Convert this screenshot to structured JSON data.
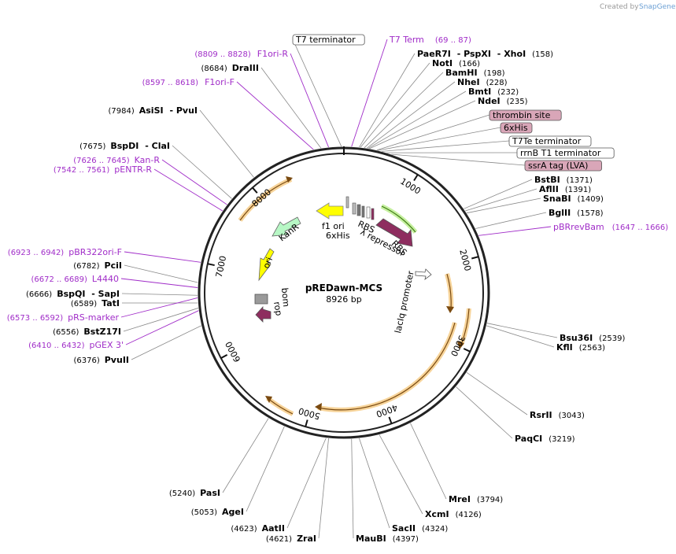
{
  "credit": {
    "created_by": "Created by",
    "brand": "SnapGene"
  },
  "map": {
    "name": "pREDawn-MCS",
    "length_label": "8926 bp"
  },
  "ticks": [
    {
      "label": "1000",
      "angle": 32
    },
    {
      "label": "2000",
      "angle": 75
    },
    {
      "label": "3000",
      "angle": 115
    },
    {
      "label": "4000",
      "angle": 160
    },
    {
      "label": "5000",
      "angle": 196
    },
    {
      "label": "6000",
      "angle": 242
    },
    {
      "label": "7000",
      "angle": 282
    },
    {
      "label": "8000",
      "angle": 319
    }
  ],
  "boxed_labels": [
    {
      "text": "T7 terminator",
      "style": "plain",
      "angle": 359
    },
    {
      "text": "thrombin site",
      "style": "pink",
      "angle": 13
    },
    {
      "text": "6xHis",
      "style": "pink",
      "angle": 13.5
    },
    {
      "text": "T7Te terminator",
      "style": "plain",
      "angle": 15
    },
    {
      "text": "rrnB T1 terminator",
      "style": "plain",
      "angle": 17
    },
    {
      "text": "ssrA tag (LVA)",
      "style": "pink",
      "angle": 19
    }
  ],
  "primers_top": [
    {
      "name": "T7 Term",
      "pos": "(69 .. 87)",
      "angle": 3
    },
    {
      "name": "F1ori-R",
      "pos": "(8809 .. 8828)",
      "angle": 354
    },
    {
      "name": "F1ori-F",
      "pos": "(8597 .. 8618)",
      "angle": 348
    }
  ],
  "primers_left": [
    {
      "name": "Kan-R",
      "pos": "(7626 .. 7645)",
      "angle": 307
    },
    {
      "name": "pENTR-R",
      "pos": "(7542 .. 7561)",
      "angle": 304
    },
    {
      "name": "pBR322ori-F",
      "pos": "(6923 .. 6942)",
      "angle": 282
    },
    {
      "name": "L4440",
      "pos": "(6672 .. 6689)",
      "angle": 272
    },
    {
      "name": "pRS-marker",
      "pos": "(6573 .. 6592)",
      "angle": 268
    },
    {
      "name": "pGEX 3'",
      "pos": "(6410 .. 6432)",
      "angle": 263
    }
  ],
  "primers_right": [
    {
      "name": "pBRrevBam",
      "pos": "(1647 .. 1666)",
      "angle": 67
    }
  ],
  "sites": [
    {
      "name": "PaeR7I",
      "extra": [
        "PspXI",
        "XhoI"
      ],
      "pos": "(158)",
      "angle": 6
    },
    {
      "name": "NotI",
      "extra": [],
      "pos": "(166)",
      "angle": 6.5
    },
    {
      "name": "BamHI",
      "extra": [],
      "pos": "(198)",
      "angle": 8
    },
    {
      "name": "NheI",
      "extra": [],
      "pos": "(228)",
      "angle": 9
    },
    {
      "name": "BmtI",
      "extra": [],
      "pos": "(232)",
      "angle": 9.5
    },
    {
      "name": "NdeI",
      "extra": [],
      "pos": "(235)",
      "angle": 10
    },
    {
      "name": "BstBI",
      "extra": [],
      "pos": "(1371)",
      "angle": 55
    },
    {
      "name": "AflII",
      "extra": [],
      "pos": "(1391)",
      "angle": 56
    },
    {
      "name": "SnaBI",
      "extra": [],
      "pos": "(1409)",
      "angle": 57
    },
    {
      "name": "BglII",
      "extra": [],
      "pos": "(1578)",
      "angle": 64
    },
    {
      "name": "Bsu36I",
      "extra": [],
      "pos": "(2539)",
      "angle": 102
    },
    {
      "name": "KflI",
      "extra": [],
      "pos": "(2563)",
      "angle": 103
    },
    {
      "name": "RsrII",
      "extra": [],
      "pos": "(3043)",
      "angle": 123
    },
    {
      "name": "PaqCI",
      "extra": [],
      "pos": "(3219)",
      "angle": 130
    },
    {
      "name": "MreI",
      "extra": [],
      "pos": "(3794)",
      "angle": 153
    },
    {
      "name": "XcmI",
      "extra": [],
      "pos": "(4126)",
      "angle": 166
    },
    {
      "name": "SacII",
      "extra": [],
      "pos": "(4324)",
      "angle": 174
    },
    {
      "name": "MauBI",
      "extra": [],
      "pos": "(4397)",
      "angle": 177
    },
    {
      "name": "ZraI",
      "extra": [],
      "pos": "(4621)",
      "angle": 186
    },
    {
      "name": "AatII",
      "extra": [],
      "pos": "(4623)",
      "angle": 187
    },
    {
      "name": "AgeI",
      "extra": [],
      "pos": "(5053)",
      "angle": 204
    },
    {
      "name": "PasI",
      "extra": [],
      "pos": "(5240)",
      "angle": 211
    },
    {
      "name": "PvuII",
      "extra": [],
      "pos": "(6376)",
      "angle": 257
    },
    {
      "name": "BstZ17I",
      "extra": [],
      "pos": "(6556)",
      "angle": 264
    },
    {
      "name": "TatI",
      "extra": [],
      "pos": "(6589)",
      "angle": 266
    },
    {
      "name": "BspQI",
      "extra": [
        "SapI"
      ],
      "pos": "(6666)",
      "angle": 269
    },
    {
      "name": "PciI",
      "extra": [],
      "pos": "(6782)",
      "angle": 274
    },
    {
      "name": "BspDI",
      "extra": [
        "ClaI"
      ],
      "pos": "(7675)",
      "angle": 310
    },
    {
      "name": "AsiSI",
      "extra": [
        "PvuI"
      ],
      "pos": "(7984)",
      "angle": 322
    },
    {
      "name": "DraIII",
      "extra": [],
      "pos": "(8684)",
      "angle": 351
    }
  ],
  "features": [
    {
      "label": "f1 ori",
      "color": "#ffff00",
      "angle": 346
    },
    {
      "label": "6xHis",
      "color": "#a0a0a0",
      "angle": 352
    },
    {
      "label": "RBS",
      "color": "#c0c0c0",
      "angle": 4
    },
    {
      "label": "λ repressor",
      "color": "#8e2d5f",
      "angle": 20
    },
    {
      "label": "RBS",
      "color": "#c0c0c0",
      "angle": 18
    },
    {
      "label": "lacIq promoter",
      "color": "#ffffff",
      "angle": 58
    },
    {
      "label": "KanR",
      "color": "#b7f7c5",
      "angle": 320
    },
    {
      "label": "ori",
      "color": "#ffff00",
      "angle": 292
    },
    {
      "label": "bom",
      "color": "#a0a0a0",
      "angle": 268
    },
    {
      "label": "rop",
      "color": "#8e2d5f",
      "angle": 256
    }
  ],
  "colors": {
    "primer": "#a02cc8",
    "orf_arc": "#f0a832",
    "pink_box": "#d9a6b8",
    "backbone": "#222222",
    "green_arc": "#7fd03a"
  }
}
